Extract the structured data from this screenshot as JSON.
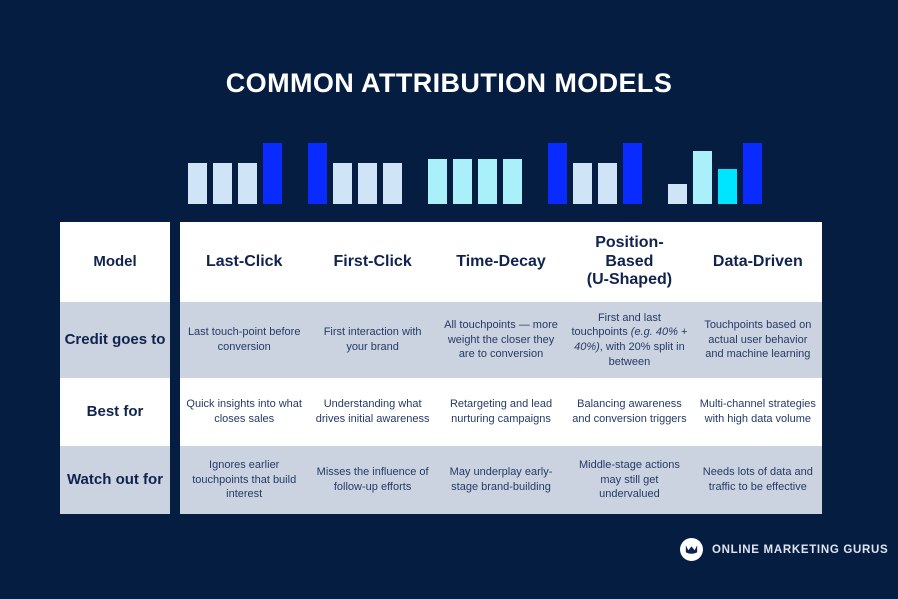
{
  "page": {
    "background_color": "#061d42",
    "title": "COMMON ATTRIBUTION MODELS"
  },
  "chart_data": {
    "type": "bar",
    "title": "COMMON ATTRIBUTION MODELS",
    "xlabel": "",
    "ylabel": "",
    "grid": false,
    "legend": "none",
    "ylim": [
      0,
      100
    ],
    "description": "Five small bar groups, one per attribution model, illustrating how credit is distributed across touchpoints.",
    "colors": {
      "bright_blue": "#0a2bff",
      "pale_blue": "#cfe4f7",
      "light_cyan": "#a9f0fb",
      "bright_cyan": "#00e5ff"
    },
    "categories": [
      "Last-Click",
      "First-Click",
      "Time-Decay",
      "Position-Based (U-Shaped)",
      "Data-Driven"
    ],
    "groups": [
      {
        "name": "Last-Click",
        "bars": [
          {
            "value": 52,
            "color": "#cfe4f7"
          },
          {
            "value": 52,
            "color": "#cfe4f7"
          },
          {
            "value": 52,
            "color": "#cfe4f7"
          },
          {
            "value": 78,
            "color": "#0a2bff"
          }
        ]
      },
      {
        "name": "First-Click",
        "bars": [
          {
            "value": 78,
            "color": "#0a2bff"
          },
          {
            "value": 52,
            "color": "#cfe4f7"
          },
          {
            "value": 52,
            "color": "#cfe4f7"
          },
          {
            "value": 52,
            "color": "#cfe4f7"
          }
        ]
      },
      {
        "name": "Time-Decay",
        "bars": [
          {
            "value": 58,
            "color": "#a9f0fb"
          },
          {
            "value": 58,
            "color": "#a9f0fb"
          },
          {
            "value": 58,
            "color": "#a9f0fb"
          },
          {
            "value": 58,
            "color": "#a9f0fb"
          }
        ]
      },
      {
        "name": "Position-Based (U-Shaped)",
        "bars": [
          {
            "value": 78,
            "color": "#0a2bff"
          },
          {
            "value": 52,
            "color": "#cfe4f7"
          },
          {
            "value": 52,
            "color": "#cfe4f7"
          },
          {
            "value": 78,
            "color": "#0a2bff"
          }
        ]
      },
      {
        "name": "Data-Driven",
        "bars": [
          {
            "value": 25,
            "color": "#cfe4f7"
          },
          {
            "value": 68,
            "color": "#a9f0fb"
          },
          {
            "value": 45,
            "color": "#00e5ff"
          },
          {
            "value": 78,
            "color": "#0a2bff"
          }
        ]
      }
    ]
  },
  "table": {
    "row_labels": [
      "Model",
      "Credit goes to",
      "Best for",
      "Watch out for"
    ],
    "headers": [
      "Last-Click",
      "First-Click",
      "Time-Decay",
      "Position-Based\n(U-Shaped)",
      "Data-Driven"
    ],
    "headers_parts": [
      {
        "line1": "Last-Click",
        "line2": ""
      },
      {
        "line1": "First-Click",
        "line2": ""
      },
      {
        "line1": "Time-Decay",
        "line2": ""
      },
      {
        "line1": "Position-Based",
        "line2": "(U-Shaped)"
      },
      {
        "line1": "Data-Driven",
        "line2": ""
      }
    ],
    "rows": [
      {
        "label": "Credit goes to",
        "cells": [
          "Last touch-point before conversion",
          "First interaction with your brand",
          "All touchpoints — more weight the closer they are to conversion",
          "First and last touchpoints (e.g. 40% + 40%), with 20% split in between",
          "Touchpoints based on actual user behavior and machine learning"
        ]
      },
      {
        "label": "Best for",
        "cells": [
          "Quick insights into what closes sales",
          "Understanding what drives initial awareness",
          "Retargeting and lead nurturing campaigns",
          "Balancing awareness and conversion triggers",
          "Multi-channel strategies with high data volume"
        ]
      },
      {
        "label": "Watch out for",
        "cells": [
          "Ignores earlier touchpoints that build interest",
          "Misses the influence of follow-up efforts",
          "May underplay early-stage brand-building",
          "Middle-stage actions may still get undervalued",
          "Needs lots of data and traffic to be effective"
        ]
      }
    ]
  },
  "footer": {
    "logo_text": "ONLINE MARKETING GURUS",
    "logo_icon": "omg-circle-logo"
  }
}
